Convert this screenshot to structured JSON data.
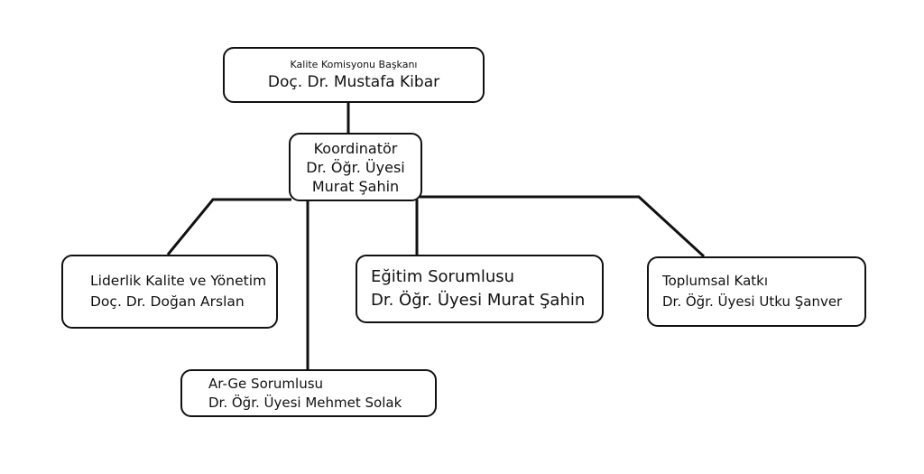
{
  "nodes": {
    "head": {
      "title": "Kalite Komisyonu Başkanı",
      "name": "Doç. Dr. Mustafa Kibar"
    },
    "coordinator": {
      "title": "Koordinatör",
      "line2": "Dr. Öğr. Üyesi",
      "line3": "Murat Şahin"
    },
    "leadership": {
      "title": "Liderlik Kalite ve Yönetim",
      "name": "Doç. Dr. Doğan Arslan"
    },
    "education": {
      "title": "Eğitim Sorumlusu",
      "name": "Dr. Öğr. Üyesi Murat Şahin"
    },
    "community": {
      "title": "Toplumsal Katkı",
      "name": "Dr. Öğr. Üyesi Utku Şanver"
    },
    "rnd": {
      "title": "Ar-Ge Sorumlusu",
      "name": "Dr. Öğr. Üyesi Mehmet Solak"
    }
  }
}
